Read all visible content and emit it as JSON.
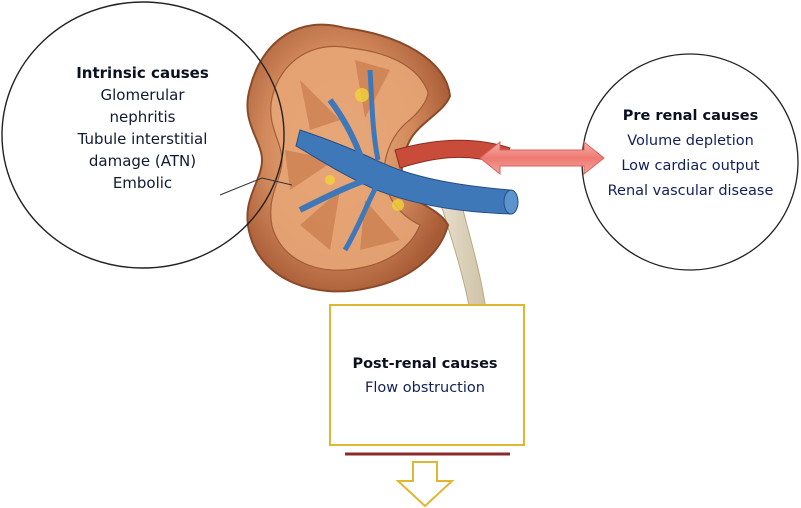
{
  "intrinsic": {
    "heading": "Intrinsic causes",
    "items": [
      "Glomerular",
      "nephritis",
      "Tubule interstitial",
      "damage (ATN)",
      "Embolic"
    ]
  },
  "prerenal": {
    "heading": "Pre renal causes",
    "items": [
      "Volume depletion",
      "Low cardiac output",
      "Renal vascular disease"
    ]
  },
  "postrenal": {
    "heading": "Post-renal causes",
    "items": [
      "Flow obstruction"
    ]
  },
  "colors": {
    "kidney_outer": "#b0643c",
    "kidney_inner": "#d9956a",
    "vein": "#3f78b8",
    "artery": "#c94b3a",
    "post_box_border": "#e0b733",
    "post_line": "#8b2a2a",
    "arrow_fill": "#f08c84"
  }
}
